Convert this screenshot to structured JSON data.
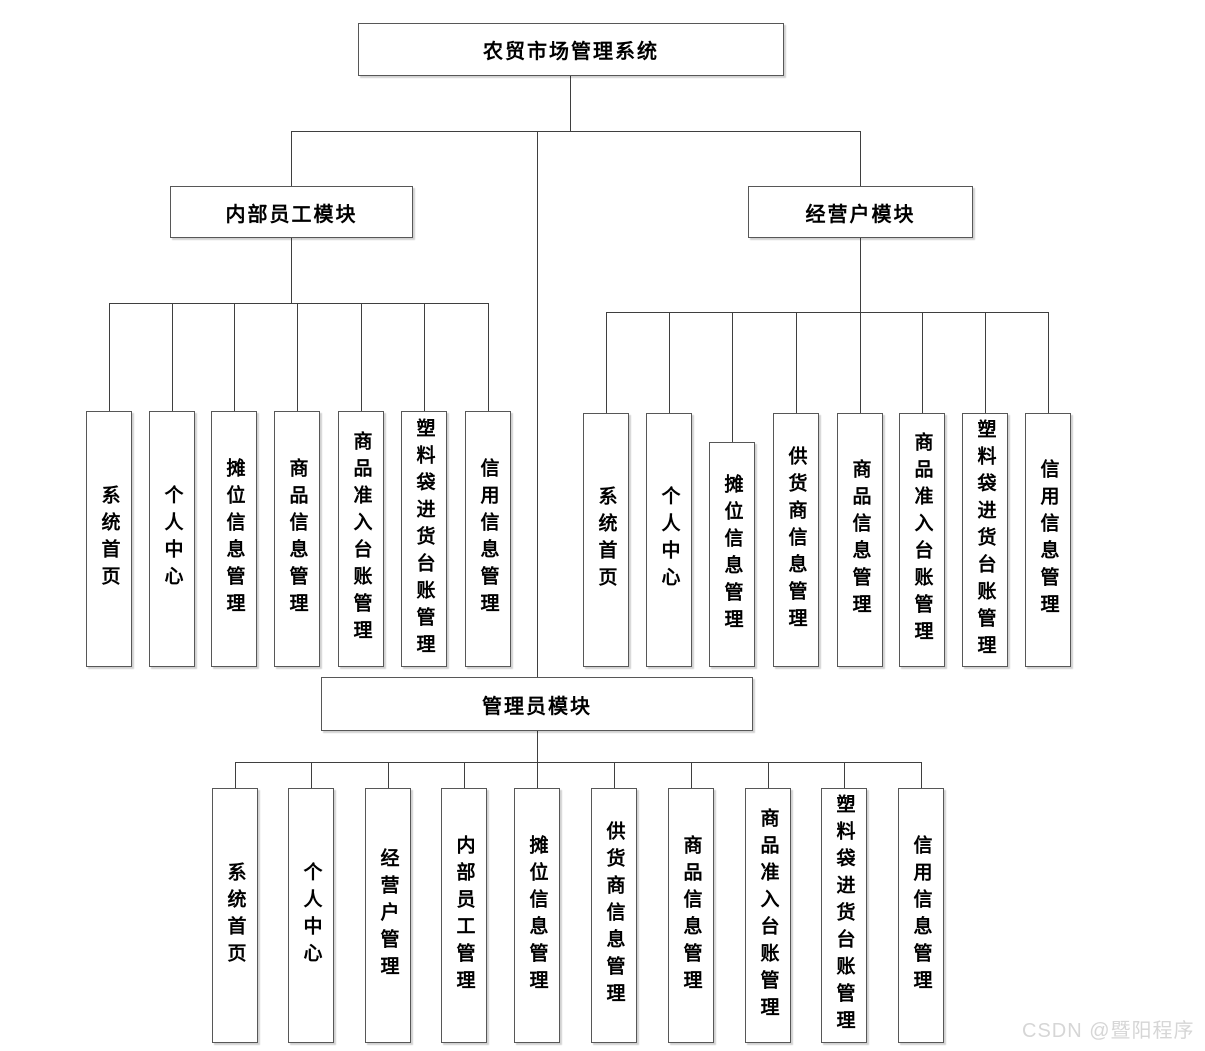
{
  "diagram_title": "农贸市场管理系统",
  "root": {
    "label": "农贸市场管理系统"
  },
  "modules": [
    {
      "label": "内部员工模块",
      "children": [
        "系统首页",
        "个人中心",
        "摊位信息管理",
        "商品信息管理",
        "商品准入台账管理",
        "塑料袋进货台账管理",
        "信用信息管理"
      ]
    },
    {
      "label": "经营户模块",
      "children": [
        "系统首页",
        "个人中心",
        "摊位信息管理",
        "供货商信息管理",
        "商品信息管理",
        "商品准入台账管理",
        "塑料袋进货台账管理",
        "信用信息管理"
      ]
    },
    {
      "label": "管理员模块",
      "children": [
        "系统首页",
        "个人中心",
        "经营户管理",
        "内部员工管理",
        "摊位信息管理",
        "供货商信息管理",
        "商品信息管理",
        "商品准入台账管理",
        "塑料袋进货台账管理",
        "信用信息管理"
      ]
    }
  ],
  "watermark": "CSDN @暨阳程序",
  "colors": {
    "background": "#ffffff",
    "box_border": "#575757",
    "connector": "#3f3f3f",
    "text": "#000000",
    "watermark": "#d6d6d6"
  }
}
